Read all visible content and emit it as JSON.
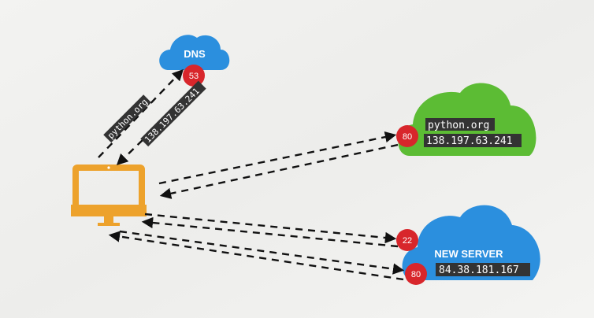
{
  "colors": {
    "background": "#f1f1ef",
    "dns_cloud": "#2b8fde",
    "python_cloud": "#5cbc34",
    "server_cloud": "#2b8fde",
    "port_badge": "#d8262b",
    "monitor": "#eda22c",
    "label_bg": "#333333"
  },
  "dns": {
    "label": "DNS",
    "port": "53"
  },
  "arrow_labels": {
    "query": "python.org",
    "response": "138.197.63.241"
  },
  "python_server": {
    "domain": "python.org",
    "ip": "138.197.63.241",
    "port": "80"
  },
  "new_server": {
    "label": "NEW SERVER",
    "ip": "84.38.181.167",
    "port_ssh": "22",
    "port_http": "80"
  },
  "icons": {
    "computer": "desktop-monitor-icon"
  }
}
